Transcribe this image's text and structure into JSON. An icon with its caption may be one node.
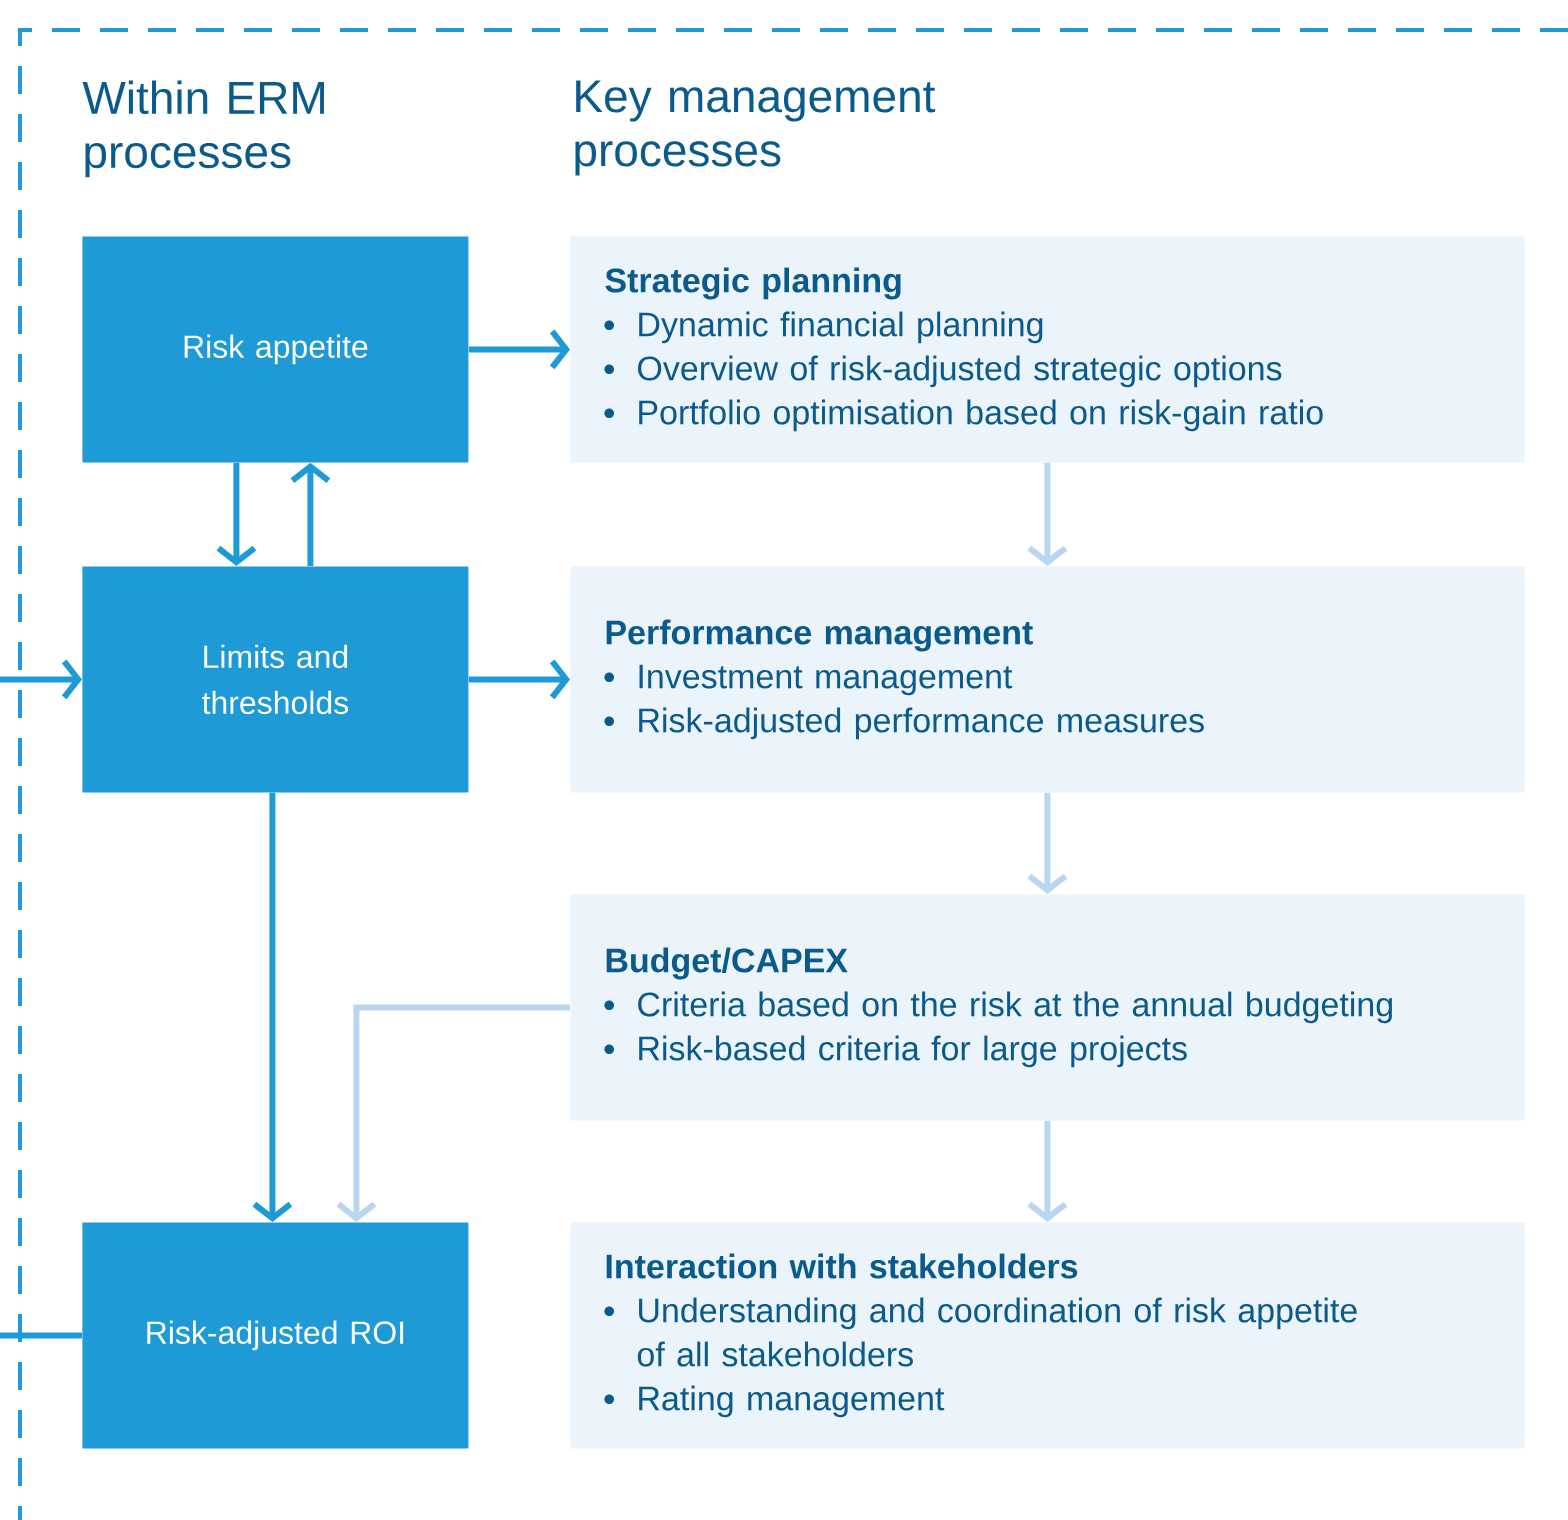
{
  "diagram": {
    "nodes": [
      {
        "text": [
          "Risk appetite"
        ]
      },
      {
        "text": [
          "Limits and thresholds"
        ]
      },
      {
        "text": [
          "Risk-adjusted ROI"
        ]
      },
      {
        "text": [
          "Strategic planning",
          "Dynamic financial planning",
          "Overview of risk-adjusted strategic options",
          "Portfolio optimisation based on risk-gain ratio"
        ]
      },
      {
        "text": [
          "Performance management",
          "Investment management",
          "Risk-adjusted performance measures"
        ]
      },
      {
        "text": [
          "Budget/CAPEX",
          "Criteria based on the risk at the annual budgeting",
          "Risk-based criteria for large projects"
        ]
      },
      {
        "text": [
          "Interaction with stakeholders",
          "Understanding and coordination of risk appetite of all stakeholders",
          "Rating management"
        ]
      }
    ],
    "edges": [
      {
        "from": 0,
        "to": 3,
        "arrow": "to"
      },
      {
        "from": 0,
        "to": 1,
        "arrow": "to"
      },
      {
        "from": 1,
        "to": 0,
        "arrow": "to"
      },
      {
        "from": null,
        "to": 1,
        "arrow": "to"
      },
      {
        "from": 1,
        "to": 4,
        "arrow": "to"
      },
      {
        "from": 1,
        "to": 2,
        "arrow": "to"
      },
      {
        "from": 3,
        "to": 4,
        "arrow": "to",
        "color": "#b9d5f0"
      },
      {
        "from": 4,
        "to": 5,
        "arrow": "to",
        "color": "#b9d5f0"
      },
      {
        "from": 5,
        "to": 6,
        "arrow": "to",
        "color": "#b9d5f0"
      },
      {
        "from": 5,
        "to": 2,
        "arrow": "to",
        "color": "#b9d5f0"
      },
      {
        "from": 2,
        "to": null,
        "arrow": "none"
      }
    ],
    "labels": [
      "Within ERM processes",
      "Key management processes"
    ]
  }
}
